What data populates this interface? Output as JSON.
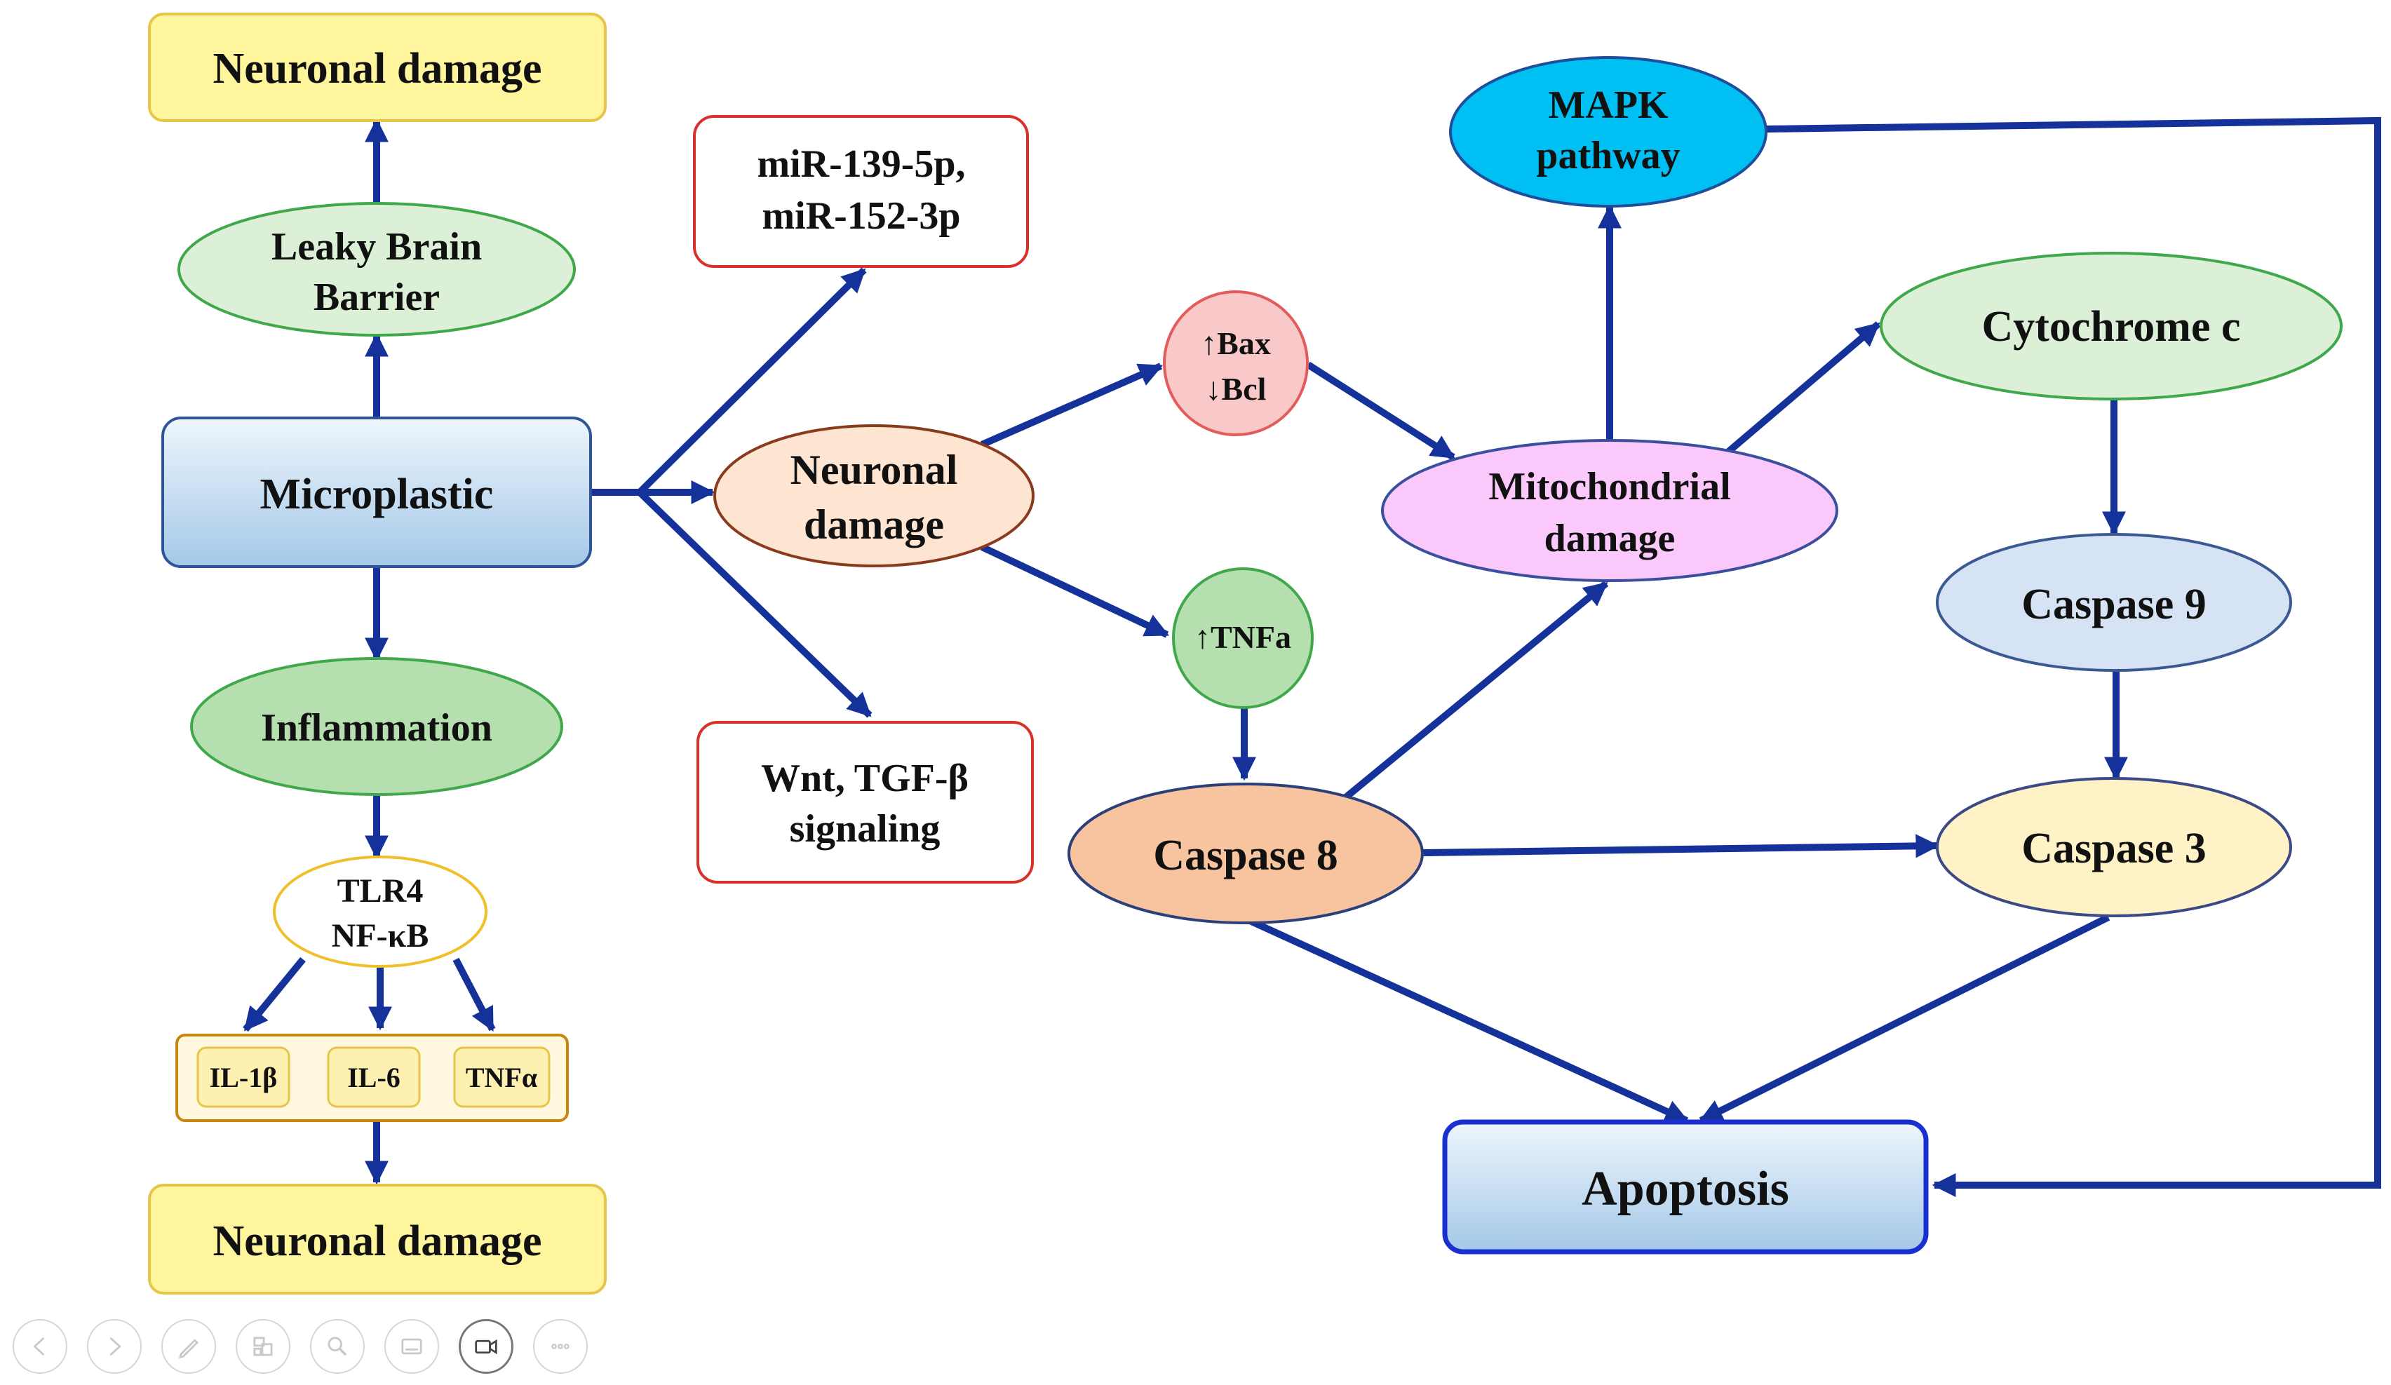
{
  "nodes": {
    "neuronal_damage_top": "Neuronal damage",
    "leaky_brain_barrier": [
      "Leaky Brain",
      "Barrier"
    ],
    "microplastic": "Microplastic",
    "inflammation": "Inflammation",
    "tlr4_nfkb": [
      "TLR4",
      "NF-κB"
    ],
    "il1b": "IL-1β",
    "il6": "IL-6",
    "tnfa_cytokine": "TNFα",
    "neuronal_damage_bottom": "Neuronal damage",
    "mirna": [
      "miR-139-5p,",
      "miR-152-3p"
    ],
    "wnt_tgf": [
      "Wnt, TGF-β",
      "signaling"
    ],
    "neuronal_damage_mid": [
      "Neuronal",
      "damage"
    ],
    "bax_bcl": [
      "↑Bax",
      "↓Bcl"
    ],
    "tnfa_up": "↑TNFa",
    "mapk": [
      "MAPK",
      "pathway"
    ],
    "mitochondrial_damage": [
      "Mitochondrial",
      "damage"
    ],
    "cytochrome_c": "Cytochrome c",
    "caspase9": "Caspase 9",
    "caspase8": "Caspase 8",
    "caspase3": "Caspase 3",
    "apoptosis": "Apoptosis"
  },
  "colors": {
    "arrow": "#14329a",
    "yellow_fill": "#fff59d",
    "yellow_stroke": "#e6c64a",
    "green_light_fill": "#dcf0d7",
    "green_stroke": "#3fa84a",
    "green_mid_fill": "#b5dfae",
    "blue_box_top": "#e6f2fb",
    "blue_box_bottom": "#a9cceb",
    "blue_box_stroke": "#2f5597",
    "red_stroke": "#d9302c",
    "orange_light_fill": "#fde5d2",
    "orange_stroke": "#8a3b1e",
    "pink_fill": "#f9c9c9",
    "pink_stroke": "#e45b5b",
    "cyan_fill": "#00bff3",
    "cyan_stroke": "#1f4e9a",
    "magenta_fill": "#fac8fb",
    "magenta_stroke": "#3b4f9f",
    "lavender_fill": "#d6e3f4",
    "lavender_stroke": "#3b5a94",
    "salmon_fill": "#f8c49f",
    "salmon_stroke": "#2b3f7a",
    "cream_fill": "#fff2c6",
    "cream_stroke": "#3b4a86",
    "tlr_stroke": "#f0c02a",
    "cytokine_box_stroke": "#c8860f",
    "apoptosis_stroke": "#1a2fd0"
  },
  "toolbar_icons": [
    "previous-icon",
    "next-icon",
    "pen-icon",
    "slides-icon",
    "zoom-icon",
    "subtitles-icon",
    "camera-icon",
    "more-icon"
  ]
}
